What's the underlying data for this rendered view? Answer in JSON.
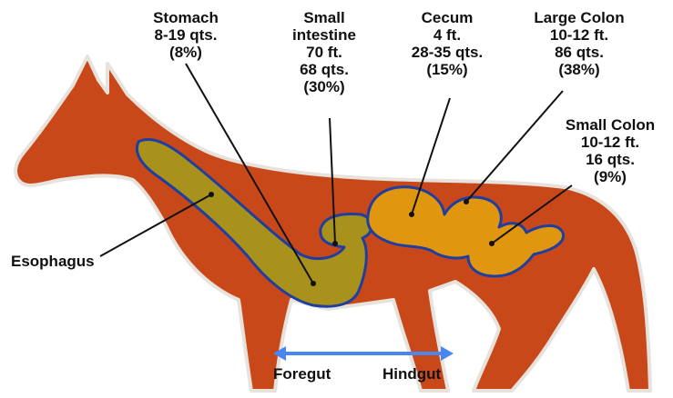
{
  "colors": {
    "body": "#c9481a",
    "body_outline": "#8a3a1a",
    "body_rim": "#e7e2dc",
    "foregut_fill": "#a8921c",
    "hindgut_fill": "#e0960f",
    "gut_outline": "#1f3fa0",
    "gut_rim": "#b8c4d6",
    "arrow": "#4a86f0",
    "leader_line": "#111111"
  },
  "labels": {
    "stomach": [
      "Stomach",
      "8-19 qts.",
      "(8%)"
    ],
    "small_intestine": [
      "Small",
      "intestine",
      "70 ft.",
      "68 qts.",
      "(30%)"
    ],
    "cecum": [
      "Cecum",
      "4 ft.",
      "28-35 qts.",
      "(15%)"
    ],
    "large_colon": [
      "Large Colon",
      "10-12 ft.",
      "86 qts.",
      "(38%)"
    ],
    "small_colon": [
      "Small Colon",
      "10-12 ft.",
      "16 qts.",
      "(9%)"
    ],
    "esophagus": "Esophagus",
    "foregut": "Foregut",
    "hindgut": "Hindgut"
  }
}
